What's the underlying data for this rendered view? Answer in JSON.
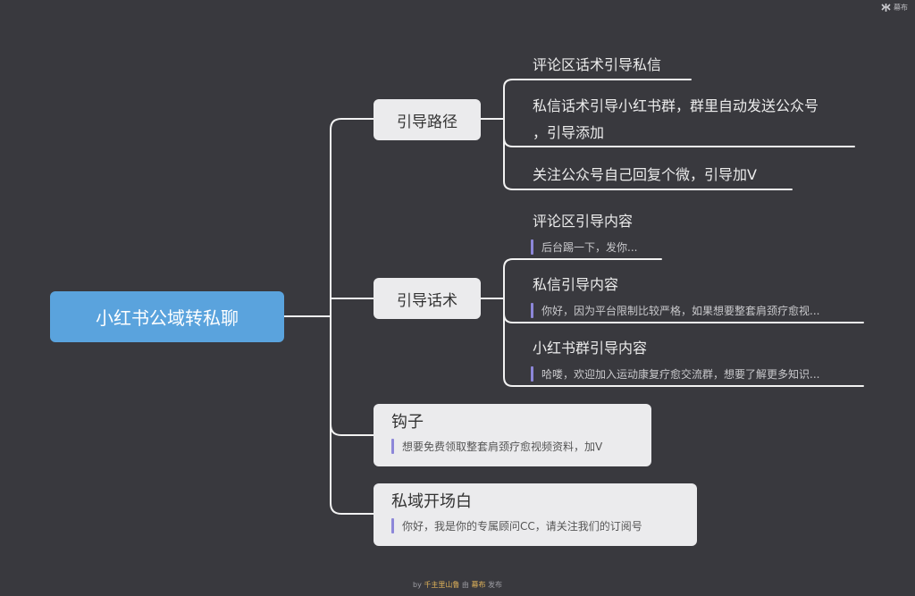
{
  "topbar": {
    "label": "幕布"
  },
  "root": {
    "label": "小红书公域转私聊"
  },
  "branches": [
    {
      "label": "引导路径",
      "children": [
        {
          "lines": [
            "评论区话术引导私信"
          ]
        },
        {
          "lines": [
            "私信话术引导小红书群，群里自动发送公众号",
            "，引导添加"
          ]
        },
        {
          "lines": [
            "关注公众号自己回复个微，引导加V"
          ]
        }
      ]
    },
    {
      "label": "引导话术",
      "children": [
        {
          "title": "评论区引导内容",
          "note": "后台踢一下，发你..."
        },
        {
          "title": "私信引导内容",
          "note": "你好，因为平台限制比较严格，如果想要整套肩颈疗愈视..."
        },
        {
          "title": "小红书群引导内容",
          "note": "哈喽，欢迎加入运动康复疗愈交流群，想要了解更多知识..."
        }
      ]
    },
    {
      "title": "钩子",
      "note": "想要免费领取整套肩颈疗愈视频资料，加V"
    },
    {
      "title": "私域开场白",
      "note": "你好，我是你的专属顾问CC，请关注我们的订阅号"
    }
  ],
  "footer": {
    "by": "by",
    "author": "千主里山鲁",
    "via": "由",
    "brand": "幕布",
    "publish": "发布"
  }
}
